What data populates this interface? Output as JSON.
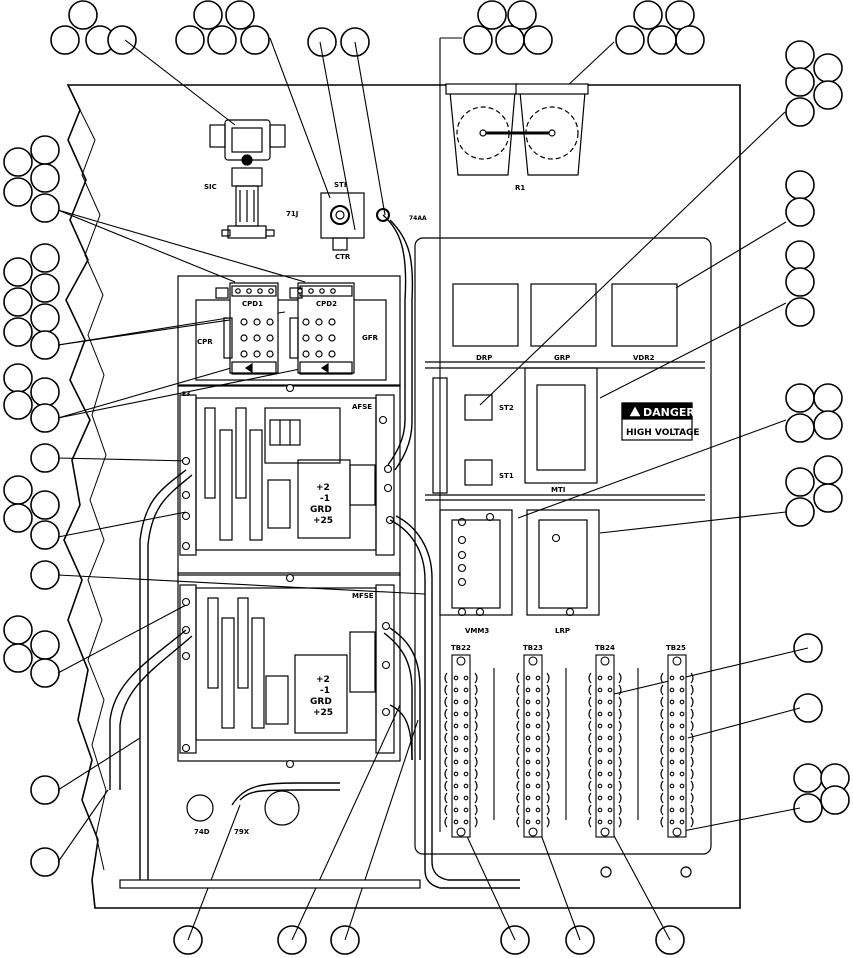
{
  "labels": {
    "sic": "SIC",
    "tj": "71J",
    "sti": "STI",
    "ctr": "CTR",
    "a74aa": "74AA",
    "r1": "R1",
    "cpd1": "CPD1",
    "cpd2": "CPD2",
    "cpr": "CPR",
    "gfr": "GFR",
    "drp": "DRP",
    "grp": "GRP",
    "vdr2": "VDR2",
    "st2": "ST2",
    "st1": "ST1",
    "mti": "MTI",
    "afse": "AFSE",
    "mfse": "MFSE",
    "vmm3": "VMM3",
    "lrp": "LRP",
    "tb22": "TB22",
    "tb23": "TB23",
    "tb24": "TB24",
    "tb25": "TB25",
    "a74d": "74D",
    "a79x": "79X",
    "e3": "E3"
  },
  "terminals": [
    "+2",
    "-1",
    "GRD",
    "+25"
  ],
  "warning": {
    "title": "DANGER",
    "subtitle": "HIGH VOLTAGE"
  }
}
